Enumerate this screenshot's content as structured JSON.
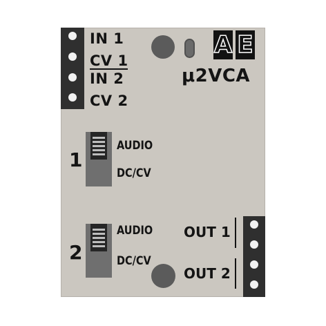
{
  "module": {
    "name": "μ2VCA",
    "logo": [
      "A",
      "E"
    ]
  },
  "inputs": [
    {
      "label": "IN 1"
    },
    {
      "label": "CV 1"
    },
    {
      "label": "IN 2"
    },
    {
      "label": "CV 2"
    }
  ],
  "channels": [
    {
      "number": "1",
      "switch_top_label": "AUDIO",
      "switch_bottom_label": "DC/CV",
      "switch_position": "top"
    },
    {
      "number": "2",
      "switch_top_label": "AUDIO",
      "switch_bottom_label": "DC/CV",
      "switch_position": "top"
    }
  ],
  "outputs": [
    {
      "label": "OUT 1"
    },
    {
      "label": "OUT 2"
    }
  ],
  "colors": {
    "panel": "#cbc7c0",
    "jack_strip": "#2f2f2f",
    "knob": "#5b5b5b",
    "text": "#141414"
  },
  "icons": {
    "jack": "jack-socket-icon",
    "knob": "knob-icon",
    "led": "led-icon",
    "switch": "toggle-switch-icon"
  }
}
